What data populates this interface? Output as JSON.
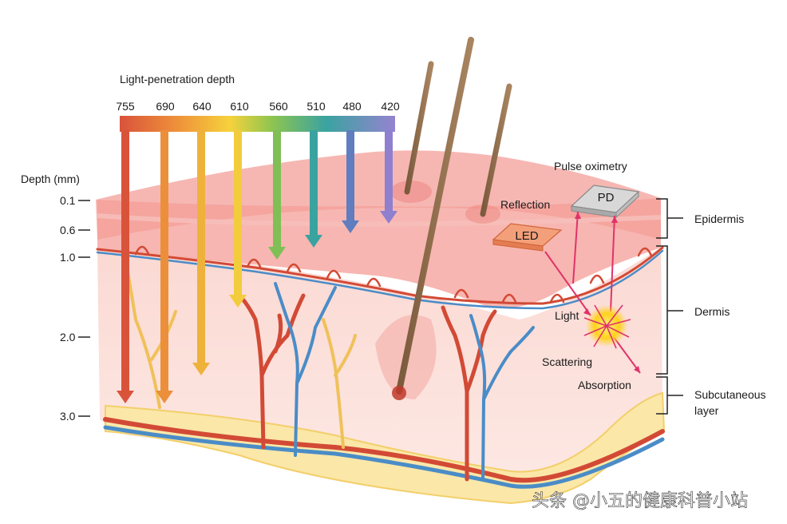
{
  "title": "Light-penetration depth",
  "wavelengths": [
    "755",
    "690",
    "640",
    "610",
    "560",
    "510",
    "480",
    "420"
  ],
  "wavelength_colors": [
    "#d9533b",
    "#ec8f3a",
    "#eeb23a",
    "#f2cc3c",
    "#7fbf56",
    "#3aa3a0",
    "#5f7dbf",
    "#8f7fcf"
  ],
  "depth_axis": {
    "title": "Depth (mm)",
    "ticks": [
      "0.1",
      "0.6",
      "1.0",
      "2.0",
      "3.0"
    ]
  },
  "layers": {
    "epidermis": "Epidermis",
    "dermis": "Dermis",
    "subcutaneous_line1": "Subcutaneous",
    "subcutaneous_line2": "layer"
  },
  "oximetry": {
    "title": "Pulse oximetry",
    "pd": "PD",
    "led": "LED",
    "reflection": "Reflection",
    "light": "Light",
    "scattering": "Scattering",
    "absorption": "Absorption"
  },
  "watermark": "头条 @小五的健康科普小站"
}
